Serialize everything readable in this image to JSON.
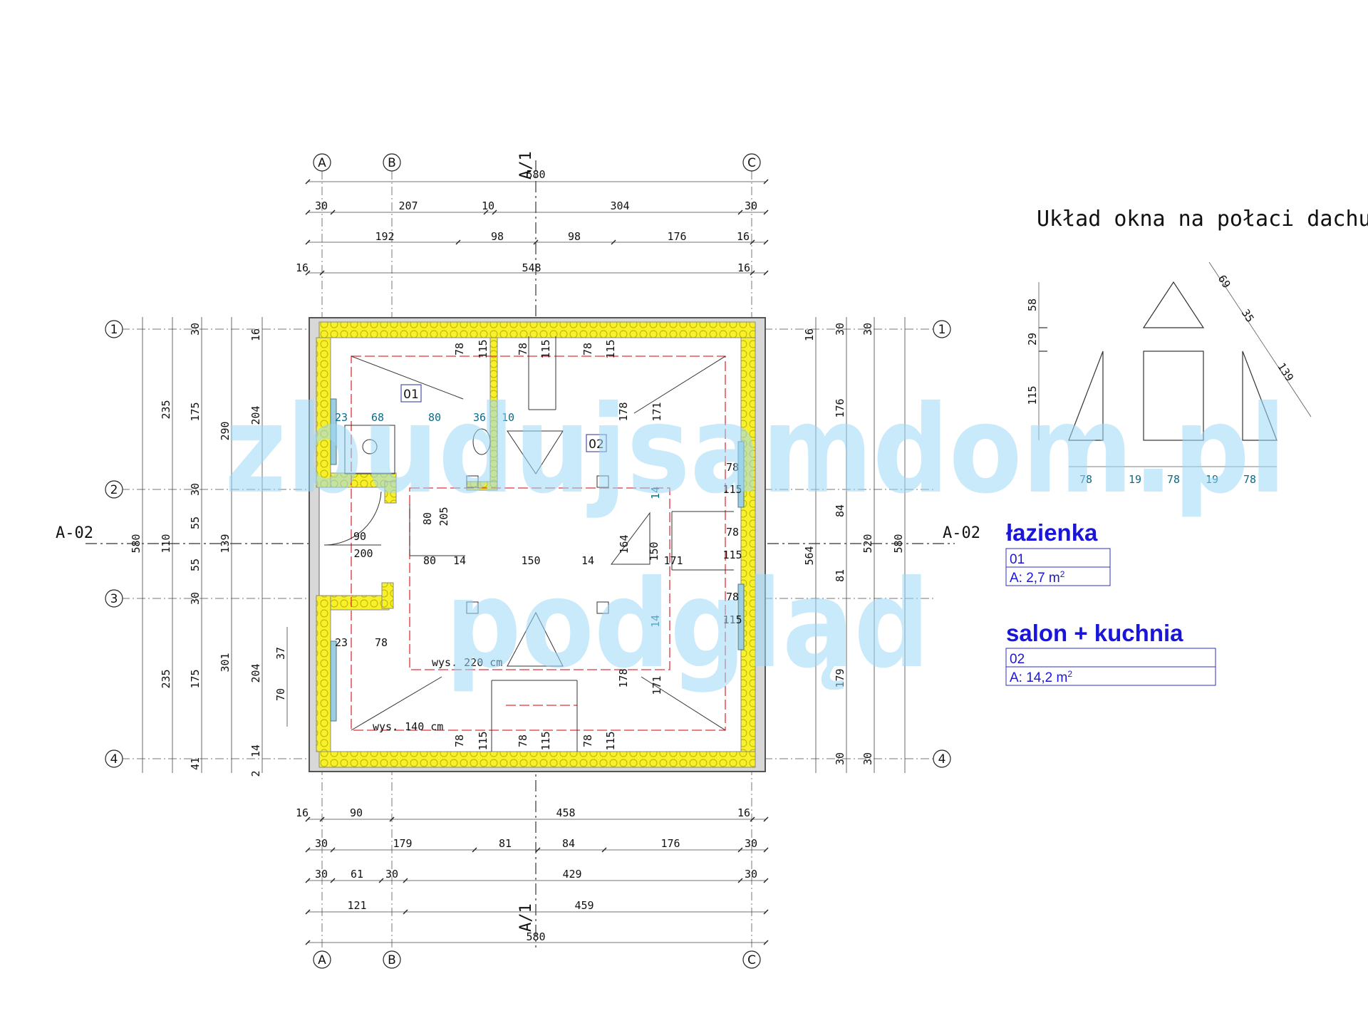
{
  "title": "Układ okna na połaci dachu",
  "grid": {
    "cols": [
      "A",
      "B",
      "C"
    ],
    "rows": [
      "1",
      "2",
      "3",
      "4"
    ],
    "sections": {
      "vertical": "A/1",
      "horizontal": "A-02"
    }
  },
  "dims_top": [
    {
      "row": 1,
      "labels": [
        "580"
      ]
    },
    {
      "row": 2,
      "labels": [
        "30",
        "207",
        "10",
        "304",
        "30"
      ]
    },
    {
      "row": 3,
      "labels": [
        "192",
        "98",
        "98",
        "176",
        "16"
      ]
    },
    {
      "row": 4,
      "labels": [
        "16",
        "548",
        "16"
      ]
    }
  ],
  "dims_bottom": [
    {
      "row": 1,
      "labels": [
        "16",
        "90",
        "458",
        "16"
      ]
    },
    {
      "row": 2,
      "labels": [
        "30",
        "179",
        "81",
        "84",
        "176",
        "30"
      ]
    },
    {
      "row": 3,
      "labels": [
        "30",
        "61",
        "30",
        "429",
        "30"
      ]
    },
    {
      "row": 4,
      "labels": [
        "121",
        "459"
      ]
    },
    {
      "row": 5,
      "labels": [
        "580"
      ]
    }
  ],
  "dims_left": [
    {
      "col": 1,
      "labels": [
        "580"
      ]
    },
    {
      "col": 2,
      "labels": [
        "235",
        "110",
        "235"
      ]
    },
    {
      "col": 3,
      "labels": [
        "30",
        "175",
        "30",
        "55",
        "55",
        "30",
        "175",
        "41"
      ]
    },
    {
      "col": 4,
      "labels": [
        "290",
        "139",
        "301"
      ]
    },
    {
      "col": 5,
      "labels": [
        "16",
        "204",
        "204",
        "14",
        "2"
      ]
    },
    {
      "col": 6,
      "labels": [
        "37",
        "70"
      ]
    }
  ],
  "dims_right": [
    {
      "col": 1,
      "labels": [
        "16",
        "564"
      ]
    },
    {
      "col": 2,
      "labels": [
        "30",
        "176",
        "84",
        "81",
        "179",
        "30"
      ]
    },
    {
      "col": 3,
      "labels": [
        "30",
        "520",
        "30"
      ]
    },
    {
      "col": 4,
      "labels": [
        "580"
      ]
    }
  ],
  "interior_dims": [
    "78",
    "115",
    "78",
    "115",
    "78",
    "115",
    "23",
    "68",
    "80",
    "36",
    "10",
    "178",
    "171",
    "80",
    "205",
    "90",
    "200",
    "80",
    "14",
    "150",
    "14",
    "164",
    "150",
    "171",
    "78",
    "115",
    "78",
    "115",
    "78",
    "115",
    "14",
    "14",
    "23",
    "78",
    "178",
    "171",
    "78",
    "115",
    "78",
    "115",
    "78",
    "115"
  ],
  "notes": {
    "height_220": "wys. 220 cm",
    "height_140": "wys. 140 cm"
  },
  "room_tags": [
    "01",
    "02"
  ],
  "window_detail": {
    "vertical": [
      "58",
      "29",
      "115"
    ],
    "diagonal": [
      "69",
      "35",
      "139"
    ],
    "horizontal": [
      "78",
      "19",
      "78",
      "19",
      "78"
    ]
  },
  "rooms": [
    {
      "name": "łazienka",
      "number": "01",
      "area_label": "A: 2,7 m",
      "sup": "2"
    },
    {
      "name": "salon + kuchnia",
      "number": "02",
      "area_label": "A: 14,2 m",
      "sup": "2"
    }
  ],
  "watermark": {
    "line1": "zbudujsamdom.pl",
    "line2": "podgląd"
  },
  "colors": {
    "insulation": "#f7f02a",
    "wall_edge": "#6a6a6a",
    "window_glass": "#9fcde0",
    "dashed_red": "#e0323a",
    "room_blue": "#1a16d9",
    "watermark": "#9cd9f5"
  }
}
